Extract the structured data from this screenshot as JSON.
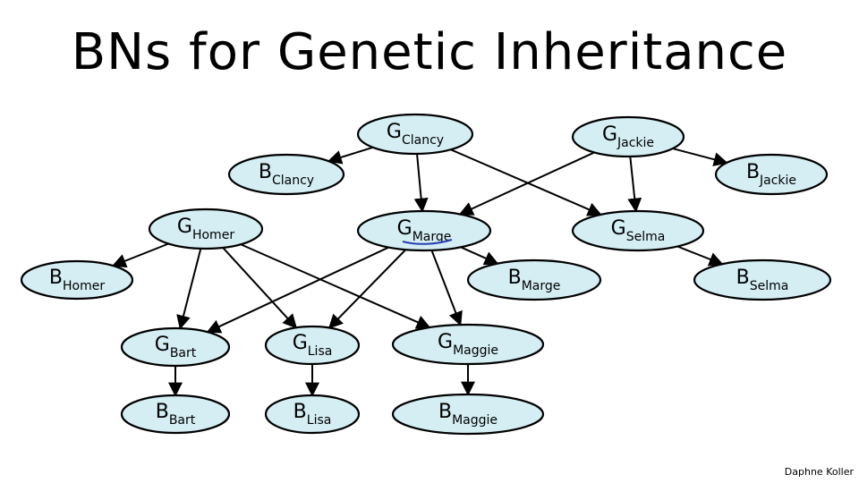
{
  "title": "BNs for Genetic Inheritance",
  "author": "Daphne Koller",
  "colors": {
    "node_fill": "#d4eef4",
    "stroke": "#000000",
    "annotation": "#2a3fb0"
  },
  "nodes": [
    {
      "id": "g-clancy",
      "letter": "G",
      "sub": "Clancy"
    },
    {
      "id": "g-jackie",
      "letter": "G",
      "sub": "Jackie"
    },
    {
      "id": "b-clancy",
      "letter": "B",
      "sub": "Clancy"
    },
    {
      "id": "b-jackie",
      "letter": "B",
      "sub": "Jackie"
    },
    {
      "id": "g-homer",
      "letter": "G",
      "sub": "Homer"
    },
    {
      "id": "g-marge",
      "letter": "G",
      "sub": "Marge"
    },
    {
      "id": "g-selma",
      "letter": "G",
      "sub": "Selma"
    },
    {
      "id": "b-homer",
      "letter": "B",
      "sub": "Homer"
    },
    {
      "id": "b-marge",
      "letter": "B",
      "sub": "Marge"
    },
    {
      "id": "b-selma",
      "letter": "B",
      "sub": "Selma"
    },
    {
      "id": "g-bart",
      "letter": "G",
      "sub": "Bart"
    },
    {
      "id": "g-lisa",
      "letter": "G",
      "sub": "Lisa"
    },
    {
      "id": "g-maggie",
      "letter": "G",
      "sub": "Maggie"
    },
    {
      "id": "b-bart",
      "letter": "B",
      "sub": "Bart"
    },
    {
      "id": "b-lisa",
      "letter": "B",
      "sub": "Lisa"
    },
    {
      "id": "b-maggie",
      "letter": "B",
      "sub": "Maggie"
    }
  ],
  "edges": [
    [
      "g-clancy",
      "b-clancy"
    ],
    [
      "g-clancy",
      "g-marge"
    ],
    [
      "g-clancy",
      "g-selma"
    ],
    [
      "g-jackie",
      "b-jackie"
    ],
    [
      "g-jackie",
      "g-marge"
    ],
    [
      "g-jackie",
      "g-selma"
    ],
    [
      "g-homer",
      "b-homer"
    ],
    [
      "g-homer",
      "g-bart"
    ],
    [
      "g-homer",
      "g-lisa"
    ],
    [
      "g-homer",
      "g-maggie"
    ],
    [
      "g-marge",
      "b-marge"
    ],
    [
      "g-marge",
      "g-bart"
    ],
    [
      "g-marge",
      "g-lisa"
    ],
    [
      "g-marge",
      "g-maggie"
    ],
    [
      "g-selma",
      "b-selma"
    ],
    [
      "g-bart",
      "b-bart"
    ],
    [
      "g-lisa",
      "b-lisa"
    ],
    [
      "g-maggie",
      "b-maggie"
    ]
  ]
}
